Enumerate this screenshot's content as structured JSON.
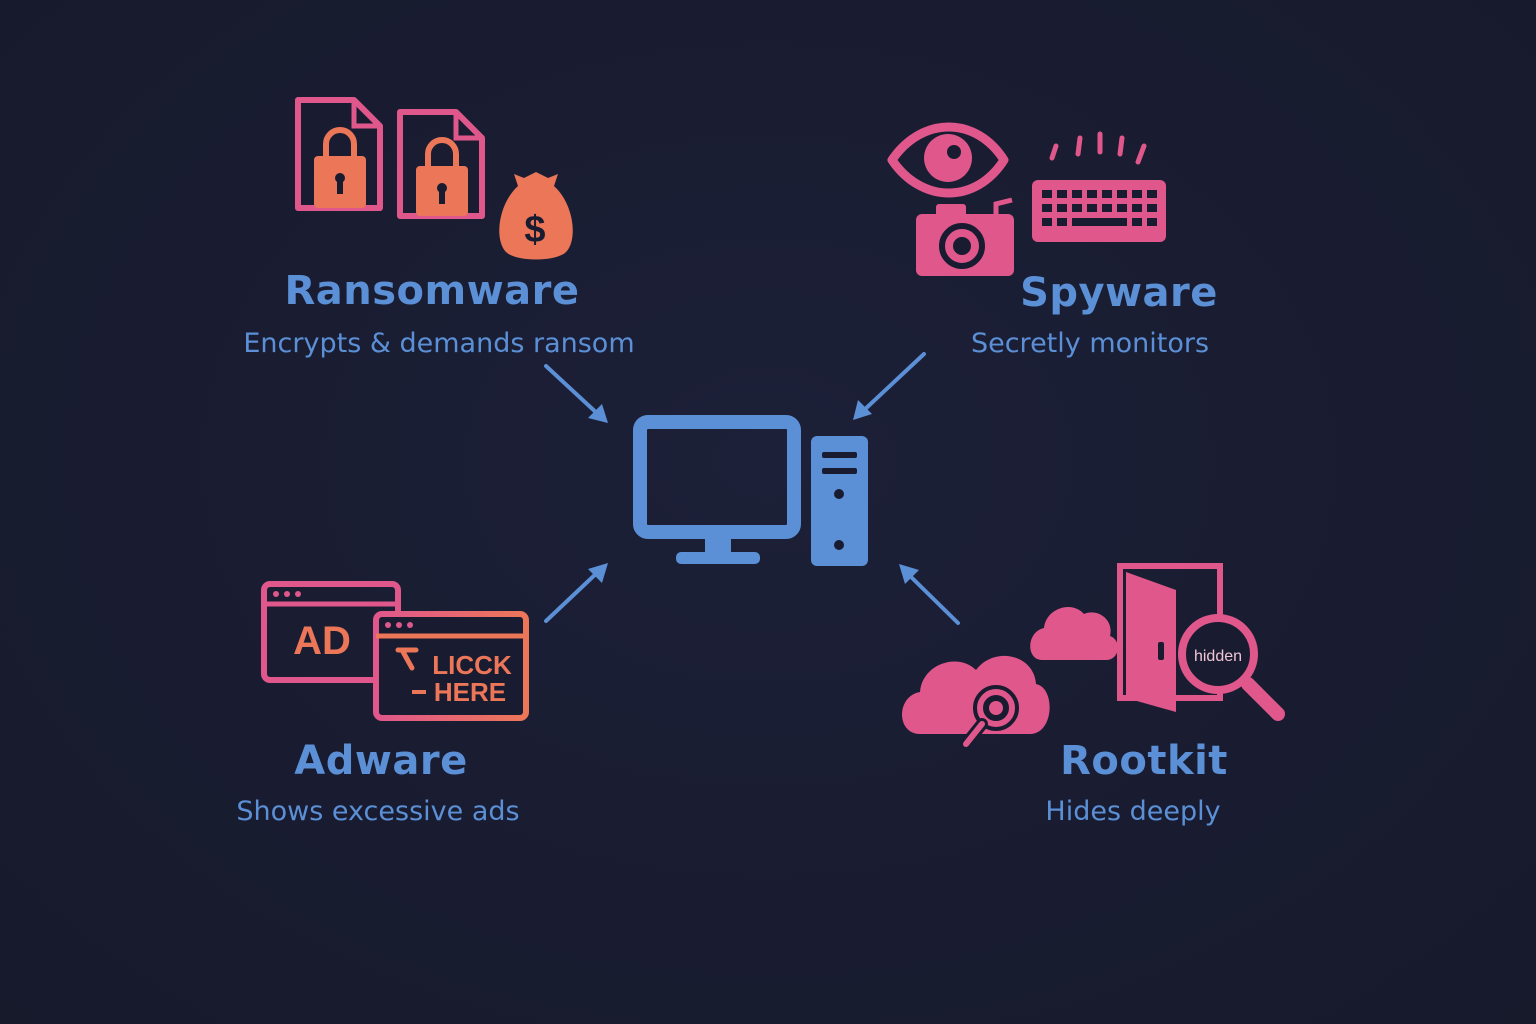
{
  "colors": {
    "background": "#191c30",
    "blue": "#5b8fd6",
    "pink": "#e0578c",
    "orange": "#ec7658"
  },
  "center": {
    "icon": "desktop-computer-icon"
  },
  "nodes": {
    "ransomware": {
      "title": "Ransomware",
      "desc": "Encrypts & demands ransom",
      "icons": [
        "locked-file-icon",
        "locked-file-icon",
        "money-bag-icon"
      ]
    },
    "spyware": {
      "title": "Spyware",
      "desc": "Secretly monitors",
      "icons": [
        "eye-icon",
        "camera-icon",
        "keyboard-icon"
      ]
    },
    "adware": {
      "title": "Adware",
      "desc": "Shows excessive ads",
      "ad_label": "AD",
      "click_line1": "LICCK",
      "click_line2": "HERE",
      "icons": [
        "browser-window-icon",
        "browser-window-icon"
      ]
    },
    "rootkit": {
      "title": "Rootkit",
      "desc": "Hides deeply",
      "hidden_label": "hidden",
      "icons": [
        "cloud-icon",
        "cloud-search-icon",
        "door-icon",
        "magnifier-icon"
      ]
    }
  }
}
